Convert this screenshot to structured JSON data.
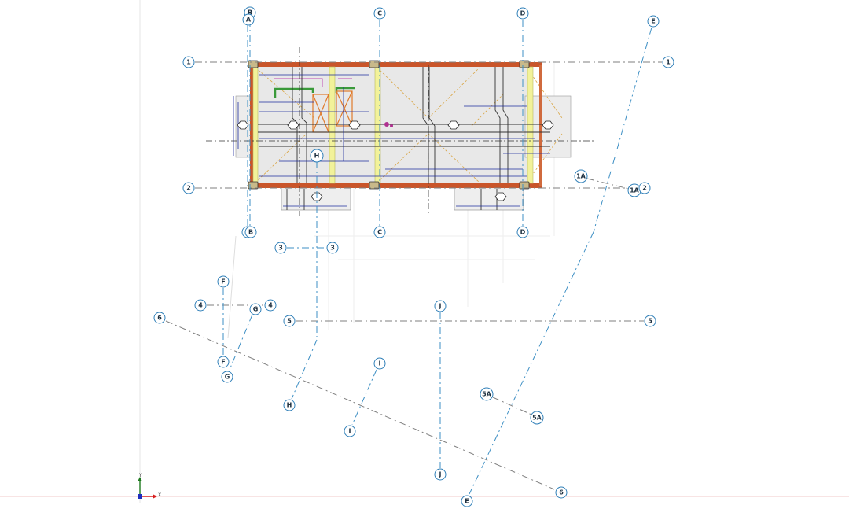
{
  "colors": {
    "grid_line": "#3d8fc4",
    "grid_line_gray": "#7f7f7f",
    "bubble_stroke": "#2f7fb8",
    "slab_fill": "#e8e8e8",
    "beam": "#c9552a",
    "column": "#c8b98a",
    "wall_yellow": "#f2f29a",
    "dimension": "#1f2d9c",
    "opening": "#e07a2a",
    "hidden_line": "#d9a441",
    "wall_green": "#3a9a3a",
    "axis_x": "#d81e1e",
    "axis_y": "#1e7a1e",
    "origin": "#1e2fbf"
  },
  "grid_bubbles": [
    {
      "label": "B"
    },
    {
      "label": "A"
    },
    {
      "label": "C"
    },
    {
      "label": "D"
    },
    {
      "label": "E"
    },
    {
      "label": "1"
    },
    {
      "label": "1"
    },
    {
      "label": "A"
    },
    {
      "label": "B"
    },
    {
      "label": "C"
    },
    {
      "label": "D"
    },
    {
      "label": "2"
    },
    {
      "label": "1A"
    },
    {
      "label": "1A"
    },
    {
      "label": "2"
    },
    {
      "label": "H"
    },
    {
      "label": "3"
    },
    {
      "label": "3"
    },
    {
      "label": "F"
    },
    {
      "label": "4"
    },
    {
      "label": "4"
    },
    {
      "label": "G"
    },
    {
      "label": "J"
    },
    {
      "label": "6"
    },
    {
      "label": "5"
    },
    {
      "label": "5"
    },
    {
      "label": "F"
    },
    {
      "label": "I"
    },
    {
      "label": "G"
    },
    {
      "label": "5A"
    },
    {
      "label": "H"
    },
    {
      "label": "5A"
    },
    {
      "label": "I"
    },
    {
      "label": "J"
    },
    {
      "label": "6"
    },
    {
      "label": "E"
    }
  ],
  "axis_indicator": {
    "x_label": "X",
    "y_label": "Y"
  }
}
